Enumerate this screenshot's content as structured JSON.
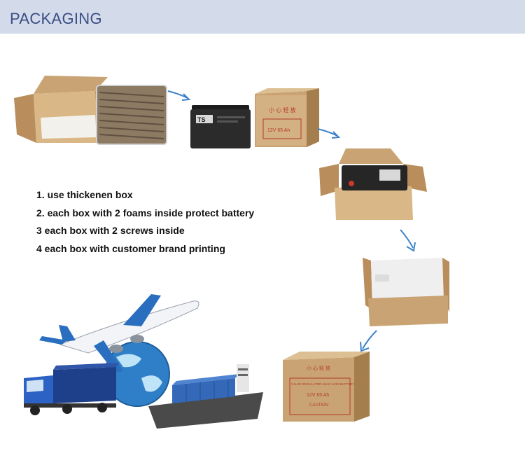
{
  "header": {
    "title": "PACKAGING"
  },
  "steps": [
    "1. use thickenen box",
    "2. each box with 2 foams inside protect battery",
    "3 each box with 2 screws inside",
    "4 each box with customer brand printing"
  ],
  "box_labels": {
    "small_box_text": "小 心 轻 放",
    "small_box_line1": "12V 65 Ah",
    "battery_brand": "TS",
    "final_box_top": "小 心 轻 放",
    "final_box_line1": "VALVE REGULATED LEAD ACID BATTERY",
    "final_box_line2": "12V 65 Ah",
    "final_box_line3": "CAUTION"
  },
  "colors": {
    "header_bg": "#d3daea",
    "header_text": "#3b4e84",
    "arrow": "#3d82c9",
    "cardboard": "#c9a373",
    "cardboard_dark": "#a57e4e",
    "battery": "#2b2b2b"
  }
}
